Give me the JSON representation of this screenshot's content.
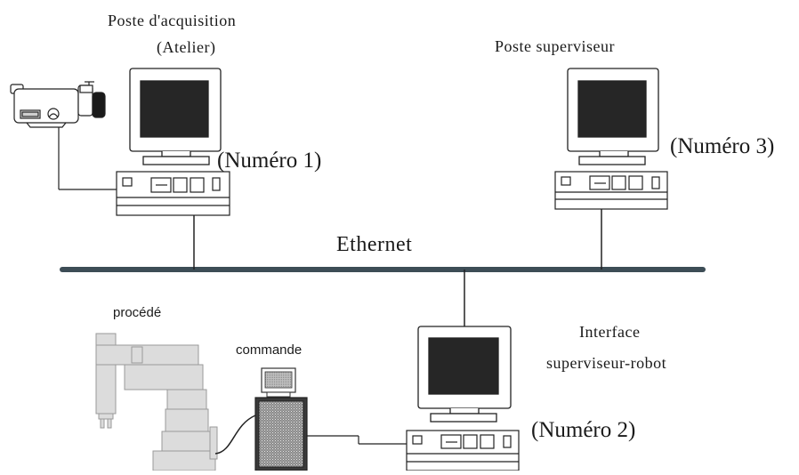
{
  "stations": {
    "acquisition": {
      "title_line1": "Poste d'acquisition",
      "title_line2": "(Atelier)",
      "number": "(Numéro 1)"
    },
    "supervisor": {
      "title": "Poste superviseur",
      "number": "(Numéro 3)"
    },
    "interface": {
      "title_line1": "Interface",
      "title_line2": "superviseur-robot",
      "number": "(Numéro 2)"
    }
  },
  "network": {
    "label": "Ethernet"
  },
  "robot_cell": {
    "process_label": "procédé",
    "controller_label": "commande"
  },
  "icons": [
    "camera-icon",
    "monitor-icon",
    "computer-unit-icon",
    "robot-arm-icon",
    "controller-cabinet-icon"
  ]
}
